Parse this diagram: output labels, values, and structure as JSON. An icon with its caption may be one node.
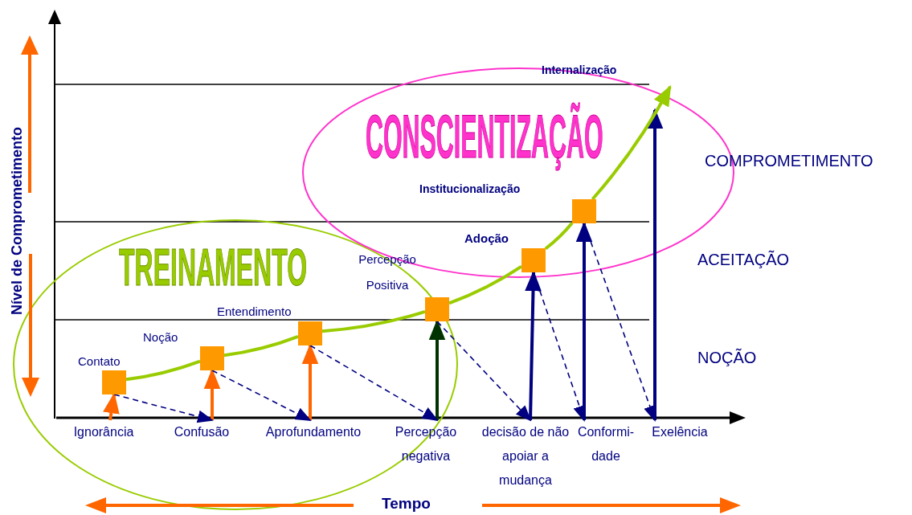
{
  "diagram": {
    "nodes": [
      {
        "text": [],
        "shape": "box",
        "beside": [
          "Contato"
        ]
      },
      {
        "text": [],
        "shape": "box",
        "beside": [
          "Noção"
        ]
      },
      {
        "text": [],
        "shape": "box",
        "beside": [
          "Entendimento"
        ]
      },
      {
        "text": [],
        "shape": "box",
        "beside": [
          "Percepção Positiva"
        ]
      },
      {
        "text": [],
        "shape": "box",
        "beside": [
          "Adoção"
        ]
      },
      {
        "text": [],
        "shape": "box"
      },
      {
        "text": [
          "Ignorância"
        ]
      },
      {
        "text": [
          "Confusão"
        ]
      },
      {
        "text": [
          "Aprofundamento"
        ]
      },
      {
        "text": [
          "Percepção negativa"
        ]
      },
      {
        "text": [
          "decisão de não apoiar a mudança"
        ]
      },
      {
        "text": [
          "Conformi- dade"
        ]
      },
      {
        "text": [
          "Exelência"
        ]
      }
    ],
    "edges": [
      {
        "from": 6,
        "to": 0,
        "arrow": "to",
        "color": "#ff6600"
      },
      {
        "from": 7,
        "to": 1,
        "arrow": "to",
        "color": "#ff6600"
      },
      {
        "from": 8,
        "to": 2,
        "arrow": "to",
        "color": "#ff6600"
      },
      {
        "from": 9,
        "to": 3,
        "arrow": "to",
        "color": "#003300"
      },
      {
        "from": 10,
        "to": 4,
        "arrow": "to"
      },
      {
        "from": 11,
        "to": 5,
        "arrow": "to"
      },
      {
        "from": 12,
        "to": null,
        "arrow": "to"
      },
      {
        "from": 0,
        "to": 7,
        "arrow": "to",
        "style": "dashed"
      },
      {
        "from": 1,
        "to": 8,
        "arrow": "to",
        "style": "dashed"
      },
      {
        "from": 2,
        "to": 9,
        "arrow": "to",
        "style": "dashed"
      },
      {
        "from": 3,
        "to": 10,
        "arrow": "to",
        "style": "dashed"
      },
      {
        "from": 4,
        "to": 11,
        "arrow": "to",
        "style": "dashed"
      },
      {
        "from": 5,
        "to": 12,
        "arrow": "to",
        "style": "dashed"
      },
      {
        "from": 0,
        "to": 1,
        "arrow": "none",
        "color": "#99cc00"
      },
      {
        "from": 1,
        "to": 2,
        "arrow": "none",
        "color": "#99cc00"
      },
      {
        "from": 2,
        "to": 3,
        "arrow": "none",
        "color": "#99cc00"
      },
      {
        "from": 3,
        "to": 4,
        "arrow": "none",
        "color": "#99cc00"
      },
      {
        "from": 4,
        "to": 5,
        "arrow": "none",
        "color": "#99cc00"
      },
      {
        "from": 5,
        "to": null,
        "arrow": "to",
        "color": "#99cc00"
      }
    ],
    "labels": [
      "Internalização",
      "CONSCIENTIZAÇÃO",
      "COMPROMETIMENTO",
      "Institucionalização",
      "TREINAMENTO",
      "ACEITAÇÃO",
      "NOÇÃO",
      "Nível de Comprometimento",
      "Tempo"
    ]
  }
}
